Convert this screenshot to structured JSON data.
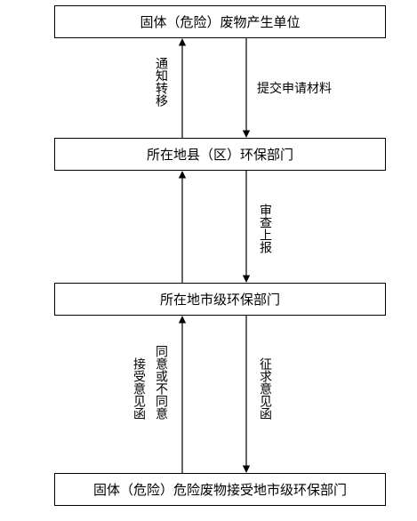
{
  "nodes": {
    "producer": "固体（危险）废物产生单位",
    "county": "所在地县（区）环保部门",
    "city": "所在地市级环保部门",
    "receiver": "固体（危险）危险废物接受地市级环保部门"
  },
  "edges": {
    "notify_transfer": "通知转移",
    "submit_materials": "提交申请材料",
    "review_report": "审查上报",
    "agree_or_not": "同意或不同意",
    "accept_opinion": "接受意见函",
    "solicit_opinion": "征求意见函"
  }
}
